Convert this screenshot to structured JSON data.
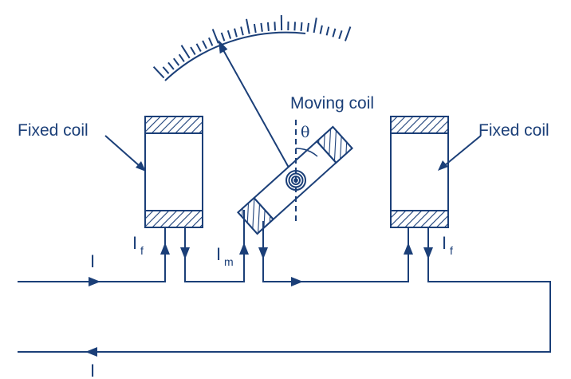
{
  "labels": {
    "fixed_coil_left": "Fixed coil",
    "fixed_coil_right": "Fixed coil",
    "moving_coil": "Moving coil",
    "theta": "θ",
    "current_in": "I",
    "current_out": "I",
    "if_left_main": "I",
    "if_left_sub": "f",
    "im_main": "I",
    "im_sub": "m",
    "if_right_main": "I",
    "if_right_sub": "f"
  },
  "colors": {
    "line": "#1b3f78",
    "background": "#ffffff"
  }
}
